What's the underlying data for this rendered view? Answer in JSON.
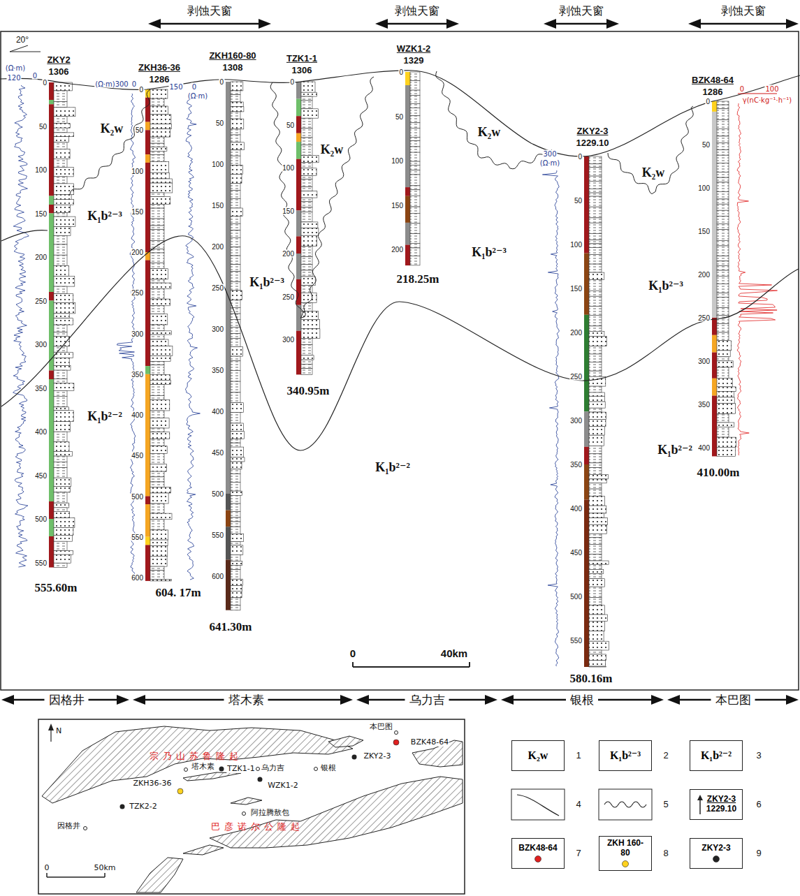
{
  "diagram": {
    "nodes": [
      {
        "text": [
          "K₂w"
        ]
      },
      {
        "text": [
          "K₁b²⁻³"
        ]
      },
      {
        "text": [
          "K₁b²⁻²"
        ]
      },
      {
        "text": [
          "ZKY2-3",
          "1229.10"
        ]
      },
      {
        "text": [
          "BZK48-64"
        ]
      },
      {
        "text": [
          "ZKH 160-80"
        ]
      },
      {
        "text": [
          "ZKY2-3"
        ]
      }
    ],
    "labels": [
      "剥蚀天窗",
      "剥蚀天窗",
      "剥蚀天窗",
      "剥蚀天窗",
      "20°",
      "ZKY2",
      "1306",
      "0",
      "50",
      "100",
      "150",
      "200",
      "250",
      "300",
      "350",
      "400",
      "450",
      "500",
      "550",
      "555.60m",
      "ZKH36-36",
      "1286",
      "0",
      "50",
      "100",
      "150",
      "200",
      "250",
      "300",
      "350",
      "400",
      "450",
      "500",
      "550",
      "600",
      "604. 17m",
      "ZKH160-80",
      "1308",
      "0",
      "50",
      "100",
      "150",
      "200",
      "250",
      "300",
      "350",
      "400",
      "450",
      "500",
      "550",
      "600",
      "641.30m",
      "TZK1-1",
      "1306",
      "0",
      "50",
      "100",
      "150",
      "200",
      "250",
      "300",
      "340.95m",
      "WZK1-2",
      "1329",
      "0",
      "50",
      "100",
      "150",
      "200",
      "218.25m",
      "ZKY2-3",
      "1229.10",
      "0",
      "50",
      "100",
      "150",
      "200",
      "250",
      "300",
      "350",
      "400",
      "450",
      "500",
      "550",
      "580.16m",
      "BZK48-64",
      "1286",
      "0",
      "50",
      "100",
      "150",
      "200",
      "250",
      "300",
      "350",
      "400",
      "410.00m",
      "(Ω·m)",
      "120",
      "0",
      "(Ω·m)300",
      "0",
      "150",
      "0",
      "(Ω·m)",
      "300",
      "(Ω·m)",
      "0",
      "100",
      "γ(nC·kg⁻¹·h⁻¹)",
      "K₂w",
      "K₂w",
      "K₂w",
      "K₂w",
      "K₁b²⁻³",
      "K₁b²⁻³",
      "K₁b²⁻³",
      "K₁b²⁻³",
      "K₁b²⁻²",
      "K₁b²⁻²",
      "K₁b²⁻²",
      "0",
      "40km",
      "因格井",
      "塔木素",
      "乌力吉",
      "银根",
      "本巴图",
      "N",
      "宗乃山苏鲁隆起",
      "本巴图",
      "BZK48-64",
      "塔木素",
      "TZK1-1",
      "乌力吉",
      "银根",
      "ZKY2-3",
      "ZKH36-36",
      "WZK1-2",
      "TZK2-2",
      "因格井",
      "阿拉腾敖包",
      "巴彦诺尔公隆起",
      "0",
      "50km",
      "1",
      "2",
      "3",
      "4",
      "5",
      "6",
      "7",
      "8",
      "9"
    ]
  }
}
